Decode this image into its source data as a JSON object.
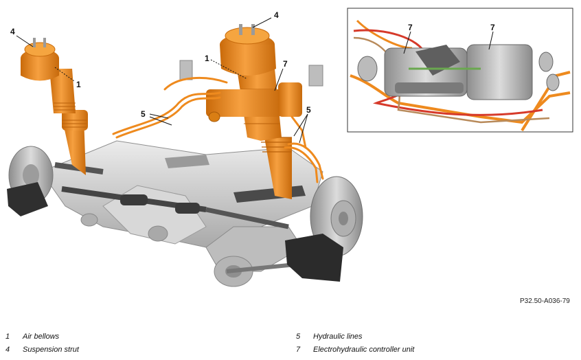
{
  "callouts": {
    "c1_left": "1",
    "c4_left": "4",
    "c5_left": "5",
    "c4_right": "4",
    "c1_right": "1",
    "c7_main": "7",
    "c5_right": "5",
    "c7_inset_a": "7",
    "c7_inset_b": "7"
  },
  "figure_ref": "P32.50-A036-79",
  "legend": [
    {
      "num": "1",
      "text": "Air bellows"
    },
    {
      "num": "4",
      "text": "Suspension strut"
    },
    {
      "num": "5",
      "text": "Hydraulic lines"
    },
    {
      "num": "7",
      "text": "Electrohydraulic controller unit"
    }
  ],
  "colors": {
    "orange": "#ee8a1e",
    "orange_dark": "#c76a0c",
    "silver": "#cfcfcf",
    "dark": "#2b2b2b",
    "red_cable": "#d63a2a"
  }
}
